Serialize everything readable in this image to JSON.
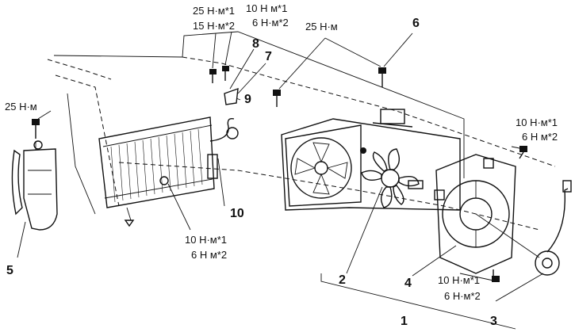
{
  "torque": {
    "t1": "25 Н·м*1",
    "t2": "15 Н·м*2",
    "t3": "10 Н м*1",
    "t4": "6 Н·м*2",
    "t5": "25 Н·м",
    "t6": "10 Н·м*1",
    "t7": "6 Н м*2",
    "t8": "25 Н·м",
    "t9": "10 Н·м*1",
    "t10": "6 Н м*2",
    "t11": "10 Н·м*1",
    "t12": "6 Н·м*2"
  },
  "callouts": {
    "c1": "1",
    "c2": "2",
    "c3": "3",
    "c4": "4",
    "c5": "5",
    "c6": "6",
    "c7": "7",
    "c8": "8",
    "c9": "9",
    "c10": "10"
  }
}
